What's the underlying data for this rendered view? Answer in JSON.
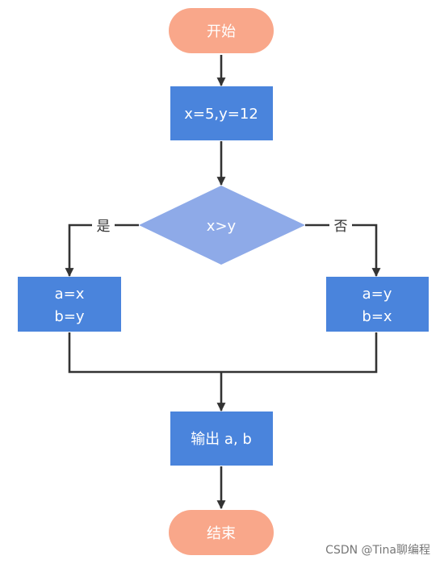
{
  "colors": {
    "terminal": "#f9a78a",
    "process": "#4a84dc",
    "decision": "#8eaae8",
    "line": "#333333",
    "node_text": "#ffffff"
  },
  "nodes": {
    "start": {
      "label": "开始"
    },
    "init": {
      "label": "x=5,y=12"
    },
    "decision": {
      "label": "x>y"
    },
    "swap_left": {
      "line1": "a=x",
      "line2": "b=y"
    },
    "swap_right": {
      "line1": "a=y",
      "line2": "b=x"
    },
    "output": {
      "label": "输出 a, b"
    },
    "end": {
      "label": "结束"
    }
  },
  "edges": {
    "yes_label": "是",
    "no_label": "否"
  },
  "watermark": "CSDN @Tina聊编程"
}
